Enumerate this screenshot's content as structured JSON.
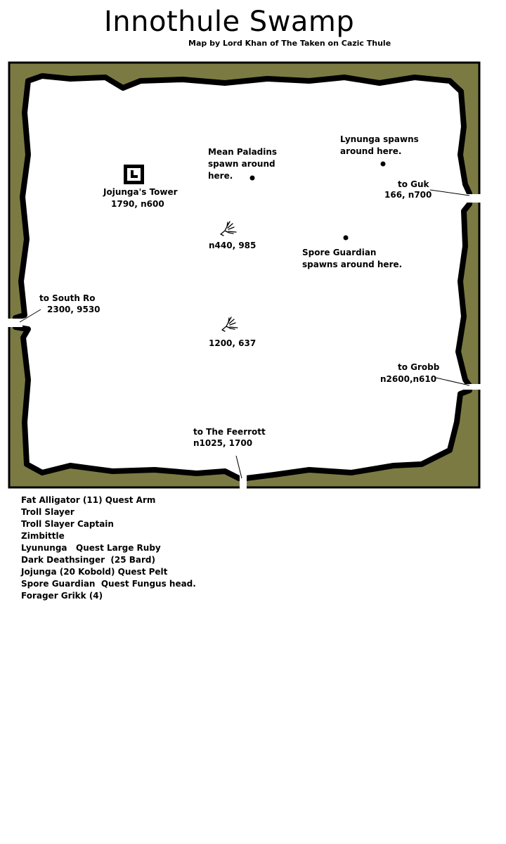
{
  "title": "Innothule Swamp",
  "subtitle": "Map by Lord Khan of The Taken on Cazic Thule",
  "colors": {
    "border": "#7b7a42",
    "outline": "#000000",
    "land": "#ffffff"
  },
  "icons": {
    "tower": "tower-icon",
    "hands": "hand-icon"
  },
  "labels": {
    "mean_paladins": "Mean Paladins\nspawn around\nhere.",
    "lynunga": "Lynunga spawns\naround here.",
    "jojunga_tower": "Jojunga's Tower",
    "jojunga_coords": "1790, n600",
    "to_guk": "to Guk",
    "to_guk_coords": "166, n700",
    "hand1_coords": "n440, 985",
    "spore_guardian": "Spore Guardian\nspawns around here.",
    "to_south_ro": "to South Ro",
    "to_south_ro_coords": "2300, 9530",
    "hand2_coords": "1200, 637",
    "to_grobb": "to Grobb",
    "to_grobb_coords": "n2600,n610",
    "to_feerrott": "to The Feerrott",
    "to_feerrott_coords": "n1025, 1700"
  },
  "legend": [
    "Fat Alligator (11) Quest Arm",
    "Troll Slayer",
    "Troll Slayer Captain",
    "Zimbittle",
    "Lyununga   Quest Large Ruby",
    "Dark Deathsinger  (25 Bard)",
    "Jojunga (20 Kobold) Quest Pelt",
    "Spore Guardian  Quest Fungus head.",
    "Forager Grikk (4)"
  ]
}
